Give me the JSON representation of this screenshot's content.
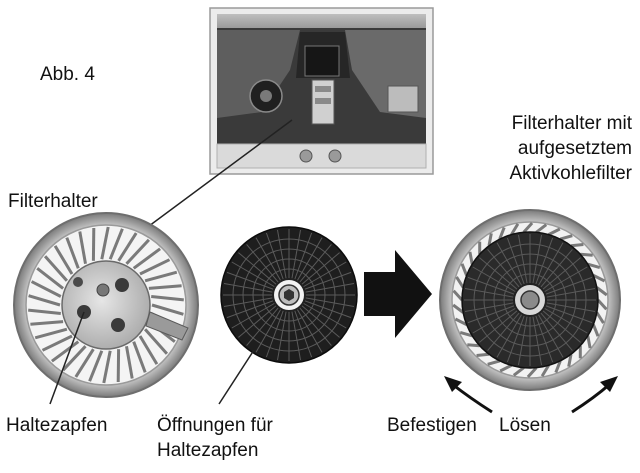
{
  "figure": {
    "number_label": "Abb. 4"
  },
  "labels": {
    "filter_holder": "Filterhalter",
    "filter_holder_with_filter": [
      "Filterhalter mit",
      "aufgesetztem",
      "Aktivkohlefilter"
    ],
    "retaining_pin": "Haltezapfen",
    "openings": [
      "Öffnungen für",
      "Haltezapfen"
    ],
    "attach": "Befestigen",
    "release": "Lösen"
  },
  "colors": {
    "metal_light": "#d9d9d9",
    "metal_mid": "#a6a6a6",
    "metal_dark": "#555555",
    "filter_black": "#1e1e1e",
    "arrow": "#111111"
  }
}
